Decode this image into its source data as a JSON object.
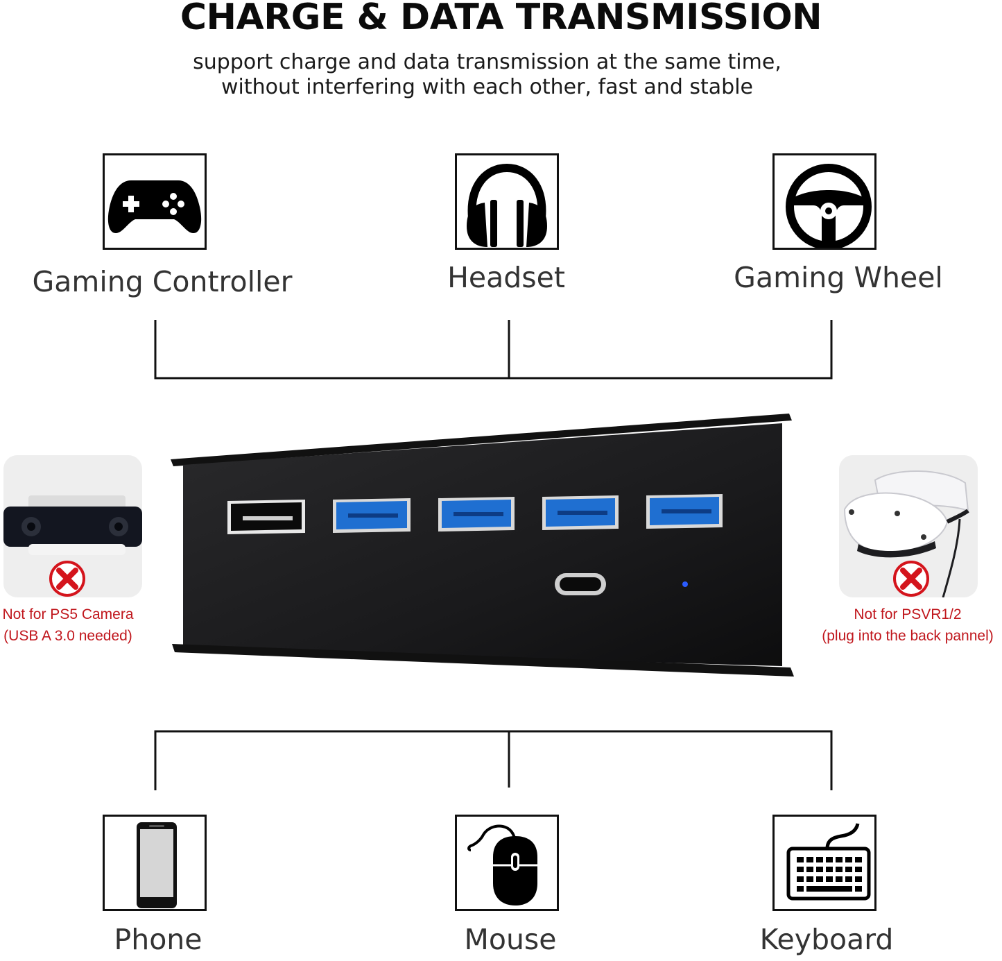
{
  "header": {
    "title": "CHARGE & DATA TRANSMISSION",
    "subtitle_line1": "support charge and data transmission at the same time,",
    "subtitle_line2": "without interfering with each other, fast and stable"
  },
  "top_devices": [
    {
      "label": "Gaming Controller",
      "icon": "gamepad-icon"
    },
    {
      "label": "Headset",
      "icon": "headphones-icon"
    },
    {
      "label": "Gaming Wheel",
      "icon": "steering-wheel-icon"
    }
  ],
  "bottom_devices": [
    {
      "label": "Phone",
      "icon": "smartphone-icon"
    },
    {
      "label": "Mouse",
      "icon": "mouse-icon"
    },
    {
      "label": "Keyboard",
      "icon": "keyboard-icon"
    }
  ],
  "warnings": [
    {
      "line1": "Not for PS5 Camera",
      "line2": "(USB A 3.0 needed)",
      "icon": "red-x-icon"
    },
    {
      "line1": "Not for PSVR1/2",
      "line2": "(plug into the back pannel)",
      "icon": "red-x-icon"
    }
  ],
  "colors": {
    "warning_red": "#c0161c",
    "usb3_blue": "#1f6fd1",
    "hub_body": "#1c1c1e"
  }
}
